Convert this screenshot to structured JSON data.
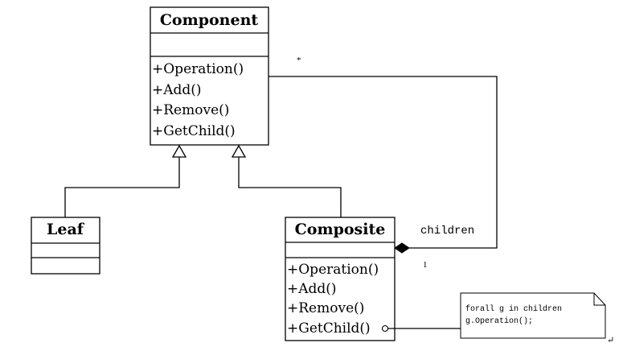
{
  "component": {
    "name": "Component",
    "operations": [
      "+Operation()",
      "+Add()",
      "+Remove()",
      "+GetChild()"
    ]
  },
  "leaf": {
    "name": "Leaf"
  },
  "composite": {
    "name": "Composite",
    "operations": [
      "+Operation()",
      "+Add()",
      "+Remove()",
      "+GetChild()"
    ]
  },
  "association": {
    "role": "children",
    "multiplicity_component": "*",
    "multiplicity_composite": "1"
  },
  "note": {
    "lines": [
      "forall g in  children",
      "g.Operation();"
    ]
  },
  "paragraph_mark": "↵"
}
